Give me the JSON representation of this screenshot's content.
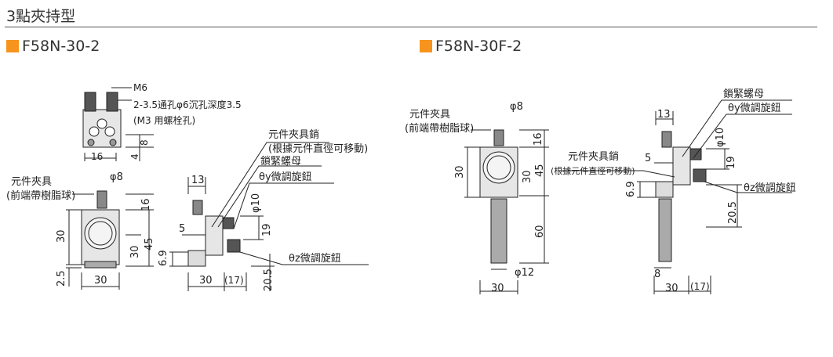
{
  "page": {
    "title": "3點夾持型"
  },
  "models": [
    {
      "name": "F58N-30-2",
      "color": "#f7941d"
    },
    {
      "name": "F58N-30F-2",
      "color": "#f7941d"
    }
  ],
  "left_top": {
    "m6": "M6",
    "hole_line1": "2-3.5通孔φ6沉孔深度3.5",
    "hole_line2": "(M3 用螺栓孔)",
    "dim_16": "16",
    "dim_8": "8",
    "dim_4": "4"
  },
  "left_front": {
    "holder_line1": "元件夾具",
    "holder_line2": "(前端帶樹脂球)",
    "phi8": "φ8",
    "dim_16": "16",
    "dim_30_outer": "30",
    "dim_30_inner": "30",
    "dim_45": "45",
    "dim_2_5": "2.5",
    "dim_30_bottom": "30"
  },
  "left_side": {
    "pin_line1": "元件夾具銷",
    "pin_line2": "(根據元件直徑可移動)",
    "lock_nut": "鎖緊螺母",
    "theta_y": "θy微調旋鈕",
    "theta_z": "θz微調旋鈕",
    "dim_13": "13",
    "dim_phi10": "φ10",
    "dim_5": "5",
    "dim_19": "19",
    "dim_6_9": "6.9",
    "dim_30": "30",
    "dim_17": "(17)",
    "dim_20_5": "20.5"
  },
  "right_front": {
    "holder_line1": "元件夾具",
    "holder_line2": "(前端帶樹脂球)",
    "phi8": "φ8",
    "dim_16": "16",
    "dim_30_left": "30",
    "dim_30_inner": "30",
    "dim_45": "45",
    "dim_60": "60",
    "phi12": "φ12",
    "dim_30_bottom": "30"
  },
  "right_side": {
    "lock_nut": "鎖緊螺母",
    "theta_y": "θy微調旋鈕",
    "pin_line1": "元件夾具銷",
    "pin_line2": "(根據元件直徑可移動)",
    "theta_z": "θz微調旋鈕",
    "dim_13": "13",
    "dim_phi10": "φ10",
    "dim_5": "5",
    "dim_19": "19",
    "dim_6_9": "6.9",
    "dim_20_5": "20.5",
    "dim_8": "8",
    "dim_30": "30",
    "dim_17": "(17)"
  }
}
